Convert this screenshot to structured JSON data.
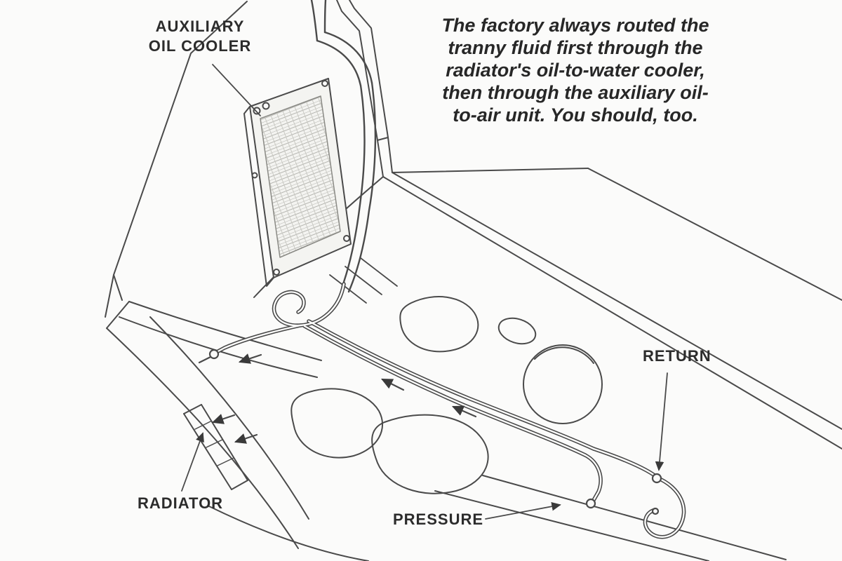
{
  "diagram": {
    "caption_lines": [
      "The factory always routed the",
      "tranny fluid first through the",
      "radiator's oil-to-water cooler,",
      "then through the auxiliary oil-",
      "to-air unit. You should, too."
    ],
    "labels": {
      "auxiliary_oil_cooler": "AUXILIARY\nOIL COOLER",
      "radiator": "RADIATOR",
      "pressure": "PRESSURE",
      "return": "RETURN"
    },
    "colors": {
      "ink": "#454545",
      "background": "#fbfbfa",
      "fin_hatch": "#b5b5b0"
    }
  }
}
